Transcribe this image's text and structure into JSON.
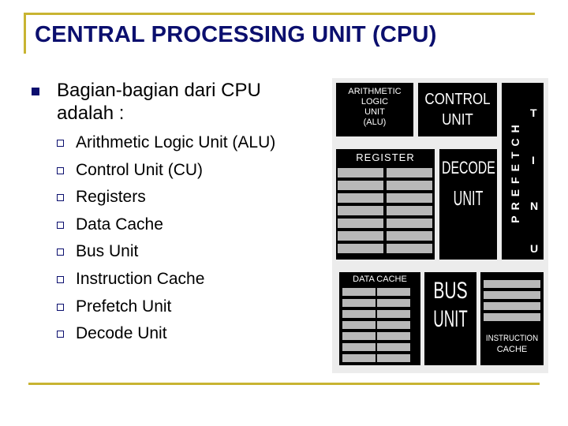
{
  "title": "CENTRAL PROCESSING UNIT (CPU)",
  "lead": "Bagian-bagian dari CPU adalah :",
  "items": [
    "Arithmetic Logic Unit (ALU)",
    "Control Unit (CU)",
    "Registers",
    "Data Cache",
    "Bus Unit",
    "Instruction Cache",
    "Prefetch Unit",
    "Decode Unit"
  ],
  "diagram": {
    "alu": [
      "ARITHMETIC",
      "LOGIC",
      "UNIT",
      "(ALU)"
    ],
    "control": [
      "CONTROL",
      "UNIT"
    ],
    "prefetch_col1": "PREFETCH",
    "prefetch_col2": [
      "T",
      "I",
      "N",
      "U"
    ],
    "register": "REGISTER",
    "decode": [
      "DECODE",
      "UNIT"
    ],
    "data_cache": "DATA CACHE",
    "bus": [
      "BUS",
      "UNIT"
    ],
    "instruction_cache": [
      "INSTRUCTION",
      "CACHE"
    ]
  },
  "colors": {
    "title": "#0b0f6e",
    "frame": "#c8b432"
  }
}
